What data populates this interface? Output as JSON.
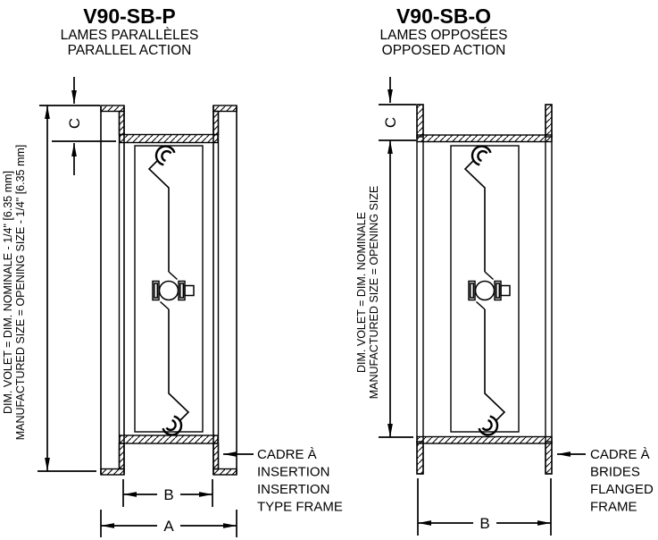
{
  "colors": {
    "line": "#000000",
    "background": "#ffffff"
  },
  "left": {
    "title": "V90-SB-P",
    "subtitle_fr": "LAMES PARALLÈLES",
    "subtitle_en": "PARALLEL ACTION",
    "note_fr": "DIM. VOLET = DIM. NOMINALE - 1/4\" [6.35 mm]",
    "note_en": "MANUFACTURED SIZE = OPENING SIZE - 1/4\" [6.35 mm]",
    "dim_a": "A",
    "dim_b": "B",
    "dim_c": "C",
    "frame_label": [
      "CADRE À",
      "INSERTION",
      "INSERTION",
      "TYPE FRAME"
    ]
  },
  "right": {
    "title": "V90-SB-O",
    "subtitle_fr": "LAMES OPPOSÉES",
    "subtitle_en": "OPPOSED ACTION",
    "note_fr": "DIM. VOLET = DIM. NOMINALE",
    "note_en": "MANUFACTURED SIZE = OPENING SIZE",
    "dim_b": "B",
    "dim_c": "C",
    "frame_label": [
      "CADRE À",
      "BRIDES",
      "FLANGED",
      "FRAME"
    ]
  }
}
